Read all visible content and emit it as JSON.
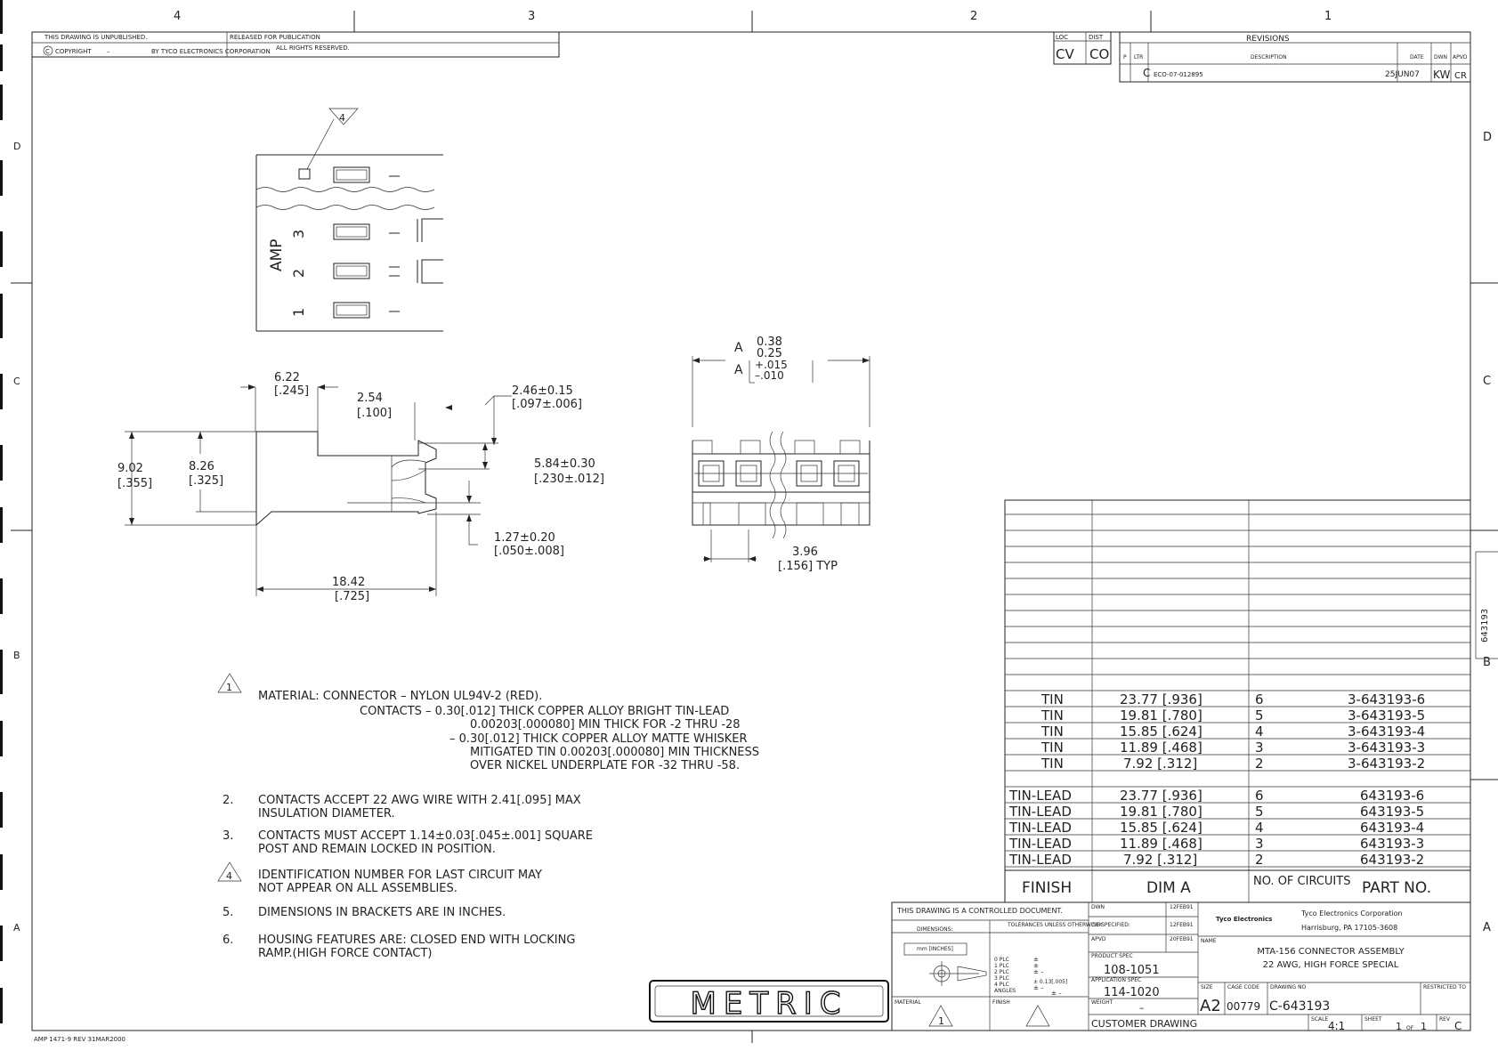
{
  "zones": {
    "top": [
      "4",
      "3",
      "2",
      "1"
    ],
    "right": [
      "D",
      "C",
      "B",
      "A"
    ],
    "left": [
      "D",
      "C",
      "B",
      "A"
    ]
  },
  "header": {
    "unpublished": "THIS DRAWING IS UNPUBLISHED.",
    "released": "RELEASED FOR PUBLICATION",
    "copyright": "COPYRIGHT",
    "copyright_dash": "–",
    "by": "BY TYCO ELECTRONICS CORPORATION",
    "rights": "ALL RIGHTS RESERVED."
  },
  "revisions": {
    "loc_label": "LOC",
    "dist_label": "DIST",
    "loc_value": "CV",
    "dist_value": "CO",
    "title": "REVISIONS",
    "columns": [
      "P",
      "LTR",
      "DESCRIPTION",
      "DATE",
      "DWN",
      "APVD"
    ],
    "row": {
      "ltr": "C",
      "description": "ECO-07-012895",
      "date": "25JUN07",
      "dwn": "KW",
      "apvd": "CR"
    }
  },
  "side_number": "643193",
  "callouts": {
    "note4_marker": "4",
    "amp": "AMP",
    "pins": [
      "3",
      "2",
      "1"
    ]
  },
  "dims": {
    "d622": "6.22",
    "d622i": "[.245]",
    "d254": "2.54",
    "d254i": "[.100]",
    "d246": "2.46±0.15",
    "d246i": "[.097±.006]",
    "d902": "9.02",
    "d902i": "[.355]",
    "d826": "8.26",
    "d826i": "[.325]",
    "d584": "5.84±0.30",
    "d584i": "[.230±.012]",
    "d127": "1.27±0.20",
    "d127i": "[.050±.008]",
    "d1842": "18.42",
    "d1842i": "[.725]",
    "dimA_label": "A",
    "d038": "0.38",
    "d025": "0.25",
    "dA_in": "A",
    "d015": "+.015",
    "d010": "–.010",
    "d396": "3.96",
    "d396i": "[.156]  TYP"
  },
  "notes": [
    {
      "num": "1",
      "lines": [
        "MATERIAL:  CONNECTOR  –  NYLON UL94V-2 (RED).",
        "CONTACTS – 0.30[.012] THICK COPPER ALLOY BRIGHT TIN-LEAD",
        "0.00203[.000080] MIN THICK FOR -2 THRU -28",
        "– 0.30[.012] THICK COPPER ALLOY MATTE WHISKER",
        "MITIGATED TIN 0.00203[.000080] MIN THICKNESS",
        "OVER NICKEL UNDERPLATE FOR -32 THRU -58."
      ]
    },
    {
      "num": "2.",
      "lines": [
        "CONTACTS ACCEPT 22 AWG WIRE WITH 2.41[.095] MAX",
        "INSULATION DIAMETER."
      ]
    },
    {
      "num": "3.",
      "lines": [
        "CONTACTS MUST ACCEPT 1.14±0.03[.045±.001] SQUARE",
        "POST AND REMAIN LOCKED IN POSITION."
      ]
    },
    {
      "num": "4",
      "lines": [
        "IDENTIFICATION NUMBER FOR LAST CIRCUIT MAY",
        "NOT APPEAR ON ALL ASSEMBLIES."
      ]
    },
    {
      "num": "5.",
      "lines": [
        "DIMENSIONS IN BRACKETS ARE IN INCHES."
      ]
    },
    {
      "num": "6.",
      "lines": [
        "HOUSING FEATURES ARE: CLOSED END WITH LOCKING",
        "RAMP.(HIGH FORCE CONTACT)"
      ]
    }
  ],
  "parts_table": {
    "headers": {
      "finish": "FINISH",
      "dim": "DIM  A",
      "circuits": "NO. OF CIRCUITS",
      "part": "PART NO."
    },
    "rows": [
      {
        "finish": "TIN",
        "dim": "23.77  [.936]",
        "circuits": "6",
        "part": "3-643193-6"
      },
      {
        "finish": "TIN",
        "dim": "19.81  [.780]",
        "circuits": "5",
        "part": "3-643193-5"
      },
      {
        "finish": "TIN",
        "dim": "15.85  [.624]",
        "circuits": "4",
        "part": "3-643193-4"
      },
      {
        "finish": "TIN",
        "dim": "11.89  [.468]",
        "circuits": "3",
        "part": "3-643193-3"
      },
      {
        "finish": "TIN",
        "dim": "7.92  [.312]",
        "circuits": "2",
        "part": "3-643193-2"
      },
      {
        "finish": "TIN-LEAD",
        "dim": "23.77  [.936]",
        "circuits": "6",
        "part": "643193-6"
      },
      {
        "finish": "TIN-LEAD",
        "dim": "19.81  [.780]",
        "circuits": "5",
        "part": "643193-5"
      },
      {
        "finish": "TIN-LEAD",
        "dim": "15.85  [.624]",
        "circuits": "4",
        "part": "643193-4"
      },
      {
        "finish": "TIN-LEAD",
        "dim": "11.89  [.468]",
        "circuits": "3",
        "part": "643193-3"
      },
      {
        "finish": "TIN-LEAD",
        "dim": "7.92  [.312]",
        "circuits": "2",
        "part": "643193-2"
      }
    ]
  },
  "metric": "METRIC",
  "title_block": {
    "controlled": "THIS DRAWING IS A CONTROLLED DOCUMENT.",
    "dimensions": "DIMENSIONS:",
    "units": "mm [INCHES]",
    "tolerances": "TOLERANCES UNLESS OTHERWISE SPECIFIED:",
    "plc": [
      "0 PLC",
      "1 PLC",
      "2 PLC",
      "3 PLC",
      "4 PLC",
      "ANGLES"
    ],
    "tol": [
      "±",
      "±",
      "± –",
      "± 0.13[.005]",
      "± –",
      "± –"
    ],
    "material_label": "MATERIAL",
    "finish_label": "FINISH",
    "material_value": "1",
    "dwn_label": "DWN",
    "dwn_date": "12FEB91",
    "chk_label": "CHK",
    "chk_date": "12FEB91",
    "apvd_label": "APVD",
    "apvd_date": "20FEB91",
    "product_spec_label": "PRODUCT SPEC",
    "product_spec": "108-1051",
    "application_spec_label": "APPLICATION SPEC",
    "application_spec": "114-1020",
    "weight_label": "WEIGHT",
    "weight": "–",
    "company_logo": "Tyco Electronics",
    "company": "Tyco Electronics Corporation",
    "address": "Harrisburg, PA 17105-3608",
    "name_label": "NAME",
    "title1": "MTA-156 CONNECTOR ASSEMBLY",
    "title2": "22 AWG, HIGH FORCE SPECIAL",
    "size_label": "SIZE",
    "cage_label": "CAGE CODE",
    "dwg_label": "DRAWING NO",
    "restricted": "RESTRICTED TO",
    "size": "A2",
    "cage": "00779",
    "dwg_no": "C-643193",
    "customer": "CUSTOMER DRAWING",
    "scale_label": "SCALE",
    "scale": "4:1",
    "sheet_label": "SHEET",
    "sheet": "1",
    "of": "OF",
    "sheets": "1",
    "rev_label": "REV",
    "rev": "C"
  },
  "footer": "AMP 1471-9 REV 31MAR2000"
}
